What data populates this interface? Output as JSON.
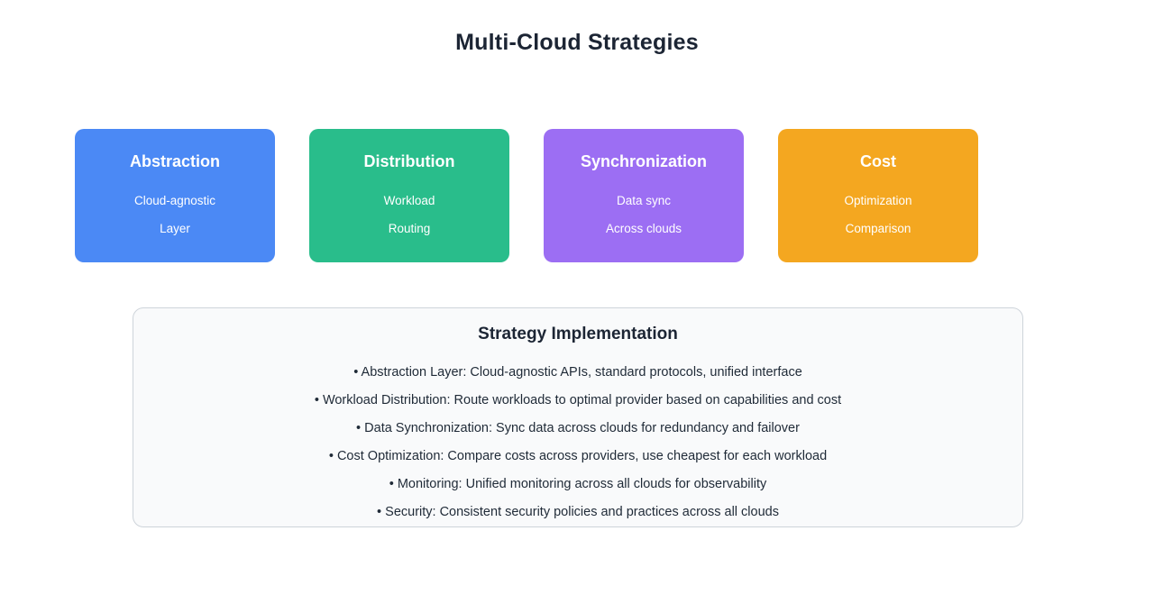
{
  "page": {
    "title": "Multi-Cloud Strategies"
  },
  "cards": [
    {
      "title": "Abstraction",
      "line1": "Cloud-agnostic",
      "line2": "Layer",
      "color": "#4b89f5"
    },
    {
      "title": "Distribution",
      "line1": "Workload",
      "line2": "Routing",
      "color": "#29bd8b"
    },
    {
      "title": "Synchronization",
      "line1": "Data sync",
      "line2": "Across clouds",
      "color": "#9c6ef3"
    },
    {
      "title": "Cost",
      "line1": "Optimization",
      "line2": "Comparison",
      "color": "#f4a720"
    }
  ],
  "implementation": {
    "title": "Strategy Implementation",
    "background": "#f9fafb",
    "border_color": "#ced4da",
    "items": [
      "• Abstraction Layer: Cloud-agnostic APIs, standard protocols, unified interface",
      "• Workload Distribution: Route workloads to optimal provider based on capabilities and cost",
      "• Data Synchronization: Sync data across clouds for redundancy and failover",
      "• Cost Optimization: Compare costs across providers, use cheapest for each workload",
      "• Monitoring: Unified monitoring across all clouds for observability",
      "• Security: Consistent security policies and practices across all clouds"
    ]
  }
}
